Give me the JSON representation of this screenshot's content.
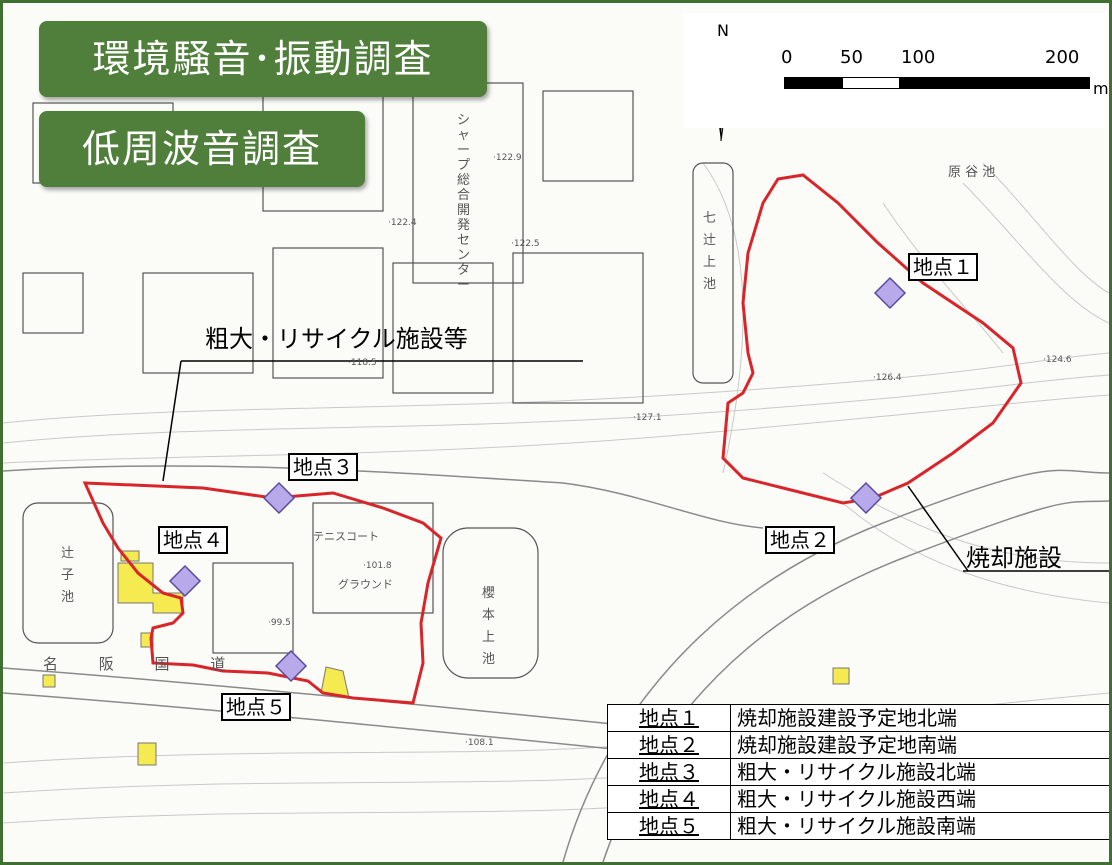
{
  "title_main": "環境騒音･振動調査",
  "title_sub": "低周波音調査",
  "scale": {
    "north": "N",
    "ticks": [
      "0",
      "50",
      "100",
      "200"
    ],
    "unit": "m"
  },
  "areas": {
    "bulky": "粗大・リサイクル施設等",
    "incinerator": "焼却施設"
  },
  "points": [
    {
      "label": "地点１",
      "desc": "焼却施設建設予定地北端"
    },
    {
      "label": "地点２",
      "desc": "焼却施設建設予定地南端"
    },
    {
      "label": "地点３",
      "desc": "粗大・リサイクル施設北端"
    },
    {
      "label": "地点４",
      "desc": "粗大・リサイクル施設西端"
    },
    {
      "label": "地点５",
      "desc": "粗大・リサイクル施設南端"
    }
  ],
  "map_text": {
    "sharp": "シャープ総合開発センター",
    "hara": "原 谷 池",
    "nanatsuji": "七 辻 上 池",
    "tsujiko": "辻 子 池",
    "tennis": "テニスコート",
    "ground": "グラウンド",
    "sakuramoto": "櫻 本 上 池",
    "meihan": "名 阪 国 道",
    "elev1": "·122.9",
    "elev2": "·122.4",
    "elev3": "·122.5",
    "elev4": "·126.4",
    "elev5": "·124.6",
    "elev6": "·101.8",
    "elev7": "·99.5",
    "elev8": "·118.5",
    "elev9": "·127.1",
    "elev10": "·108.1"
  },
  "colors": {
    "boundary": "#d9252a",
    "marker_fill": "#b7a9ea",
    "marker_stroke": "#5a4aa0",
    "badge": "#4f7f3b",
    "building_yellow": "#f5ea4f"
  }
}
